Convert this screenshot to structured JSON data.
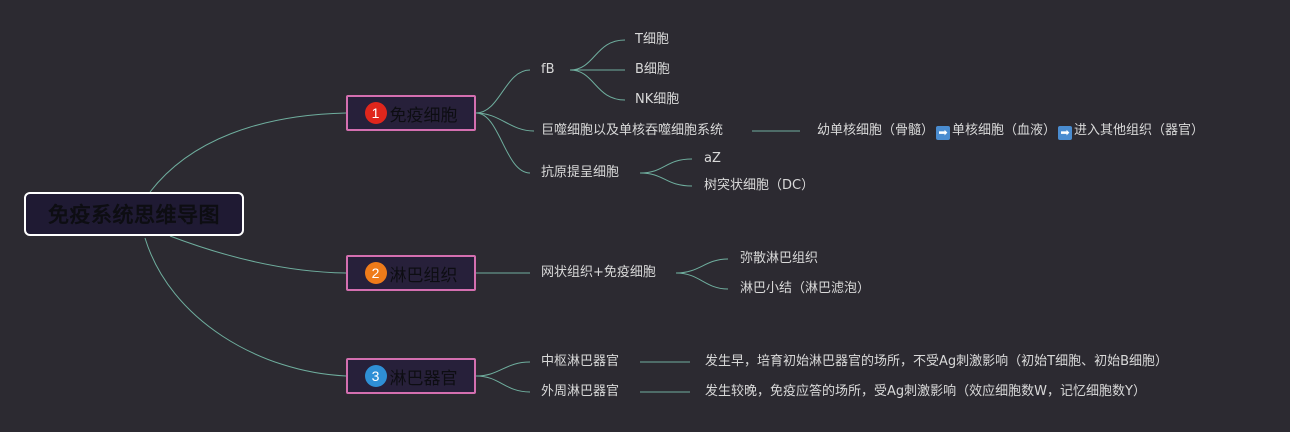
{
  "root": {
    "title": "免疫系统思维导图"
  },
  "colors": {
    "background": "#2c2a31",
    "link": "#6fae9e",
    "main_border": "#d46fb0",
    "num1": "#e0261c",
    "num2": "#ef7b1a",
    "num3": "#2f8fd6"
  },
  "branches": [
    {
      "num": "1",
      "label": "免疫细胞",
      "children": [
        {
          "label": "fB",
          "children": [
            "T细胞",
            "B细胞",
            "NK细胞"
          ]
        },
        {
          "label": "巨噬细胞以及单核吞噬细胞系统",
          "detail": {
            "part1": "幼单核细胞（骨髓）",
            "arrow1": "➡️",
            "part2": "单核细胞（血液）",
            "arrow2": "➡️",
            "part3": "进入其他组织（器官）"
          }
        },
        {
          "label": "抗原提呈细胞",
          "children": [
            "aZ",
            "树突状细胞（DC）"
          ]
        }
      ]
    },
    {
      "num": "2",
      "label": "淋巴组织",
      "children": [
        {
          "label": "网状组织+免疫细胞",
          "children": [
            "弥散淋巴组织",
            "淋巴小结（淋巴滤泡）"
          ]
        }
      ]
    },
    {
      "num": "3",
      "label": "淋巴器官",
      "children": [
        {
          "label": "中枢淋巴器官",
          "detail": "发生早，培育初始淋巴器官的场所，不受Ag刺激影响（初始T细胞、初始B细胞）"
        },
        {
          "label": "外周淋巴器官",
          "detail": "发生较晚，免疫应答的场所，受Ag刺激影响（效应细胞数W，记忆细胞数Y）"
        }
      ]
    }
  ]
}
